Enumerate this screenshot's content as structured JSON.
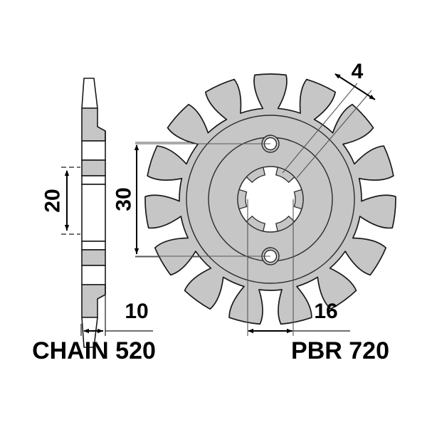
{
  "drawing": {
    "title_left": "CHAIN 520",
    "title_right": "PBR 720",
    "background_color": "#ffffff",
    "fill_gray": "#c6c6c6",
    "fill_white": "#ffffff",
    "line_color": "#000000",
    "thin_line_color": "#555555"
  },
  "dimensions": {
    "thickness_hub": "20",
    "bore_diameter": "30",
    "tooth_thickness": "10",
    "sprocket_width": "16",
    "spline_width": "4"
  },
  "views": {
    "side_view": {
      "name": "side-profile-section",
      "teeth_top_label": "",
      "teeth_bottom_label": ""
    },
    "front_view": {
      "name": "front-sprocket-view",
      "tooth_count": 15,
      "spline_count": 6,
      "bolt_hole_count": 2
    }
  },
  "labels": {
    "dim_20": "20",
    "dim_30": "30",
    "dim_10": "10",
    "dim_16": "16",
    "dim_4": "4",
    "chain": "CHAIN 520",
    "part": "PBR 720"
  }
}
